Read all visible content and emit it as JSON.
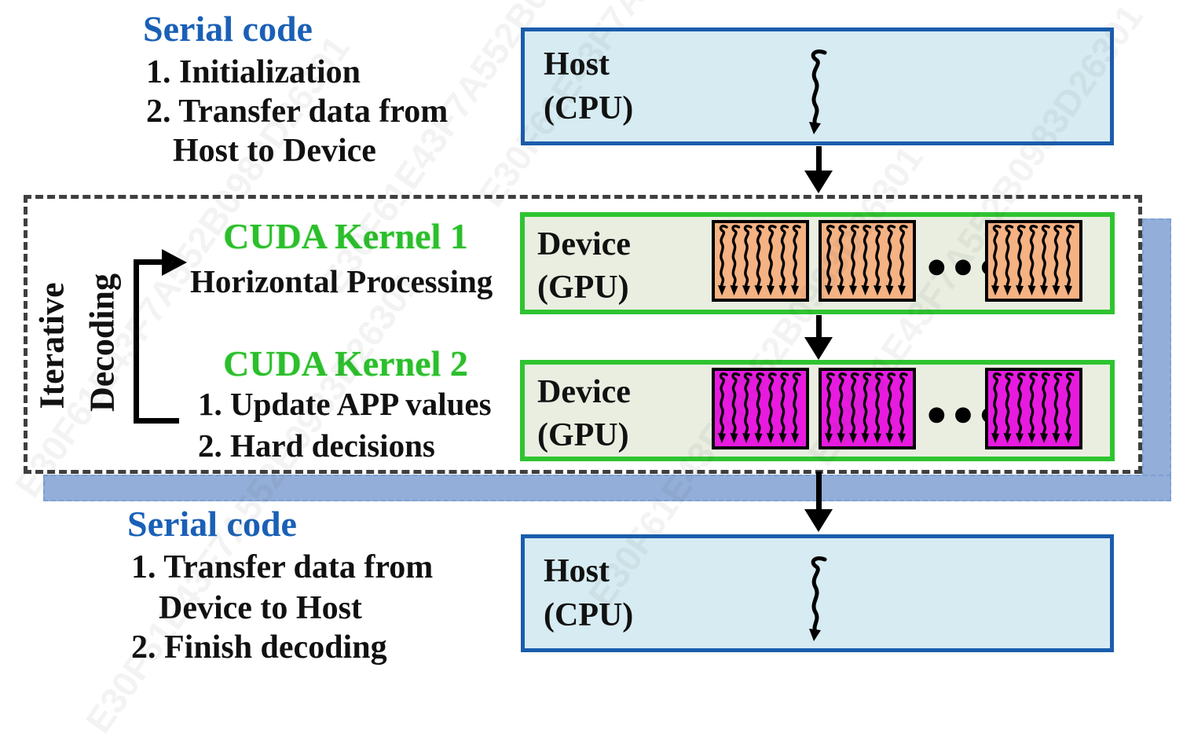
{
  "watermark": {
    "text": "E30F61E43F7A552B0983D26301"
  },
  "serial_top": {
    "title": "Serial code",
    "line1": "1. Initialization",
    "line2": "2. Transfer data from",
    "line3": "Host to Device"
  },
  "host_top": {
    "name": "Host",
    "unit": "(CPU)"
  },
  "iterative": {
    "word1": "Iterative",
    "word2": "Decoding"
  },
  "kernel1": {
    "title": "CUDA Kernel 1",
    "subtitle": "Horizontal Processing"
  },
  "kernel2": {
    "title": "CUDA Kernel 2",
    "line1": "1. Update APP values",
    "line2": "2. Hard decisions"
  },
  "device1": {
    "name": "Device",
    "unit": "(GPU)",
    "ellipsis": "●●●"
  },
  "device2": {
    "name": "Device",
    "unit": "(GPU)",
    "ellipsis": "●●●"
  },
  "serial_bottom": {
    "title": "Serial code",
    "line1": "1. Transfer data from",
    "line2": "Device to Host",
    "line3": "2. Finish decoding"
  },
  "host_bottom": {
    "name": "Host",
    "unit": "(CPU)"
  },
  "colors": {
    "serial_heading_blue": "#1a60b6",
    "kernel_heading_green": "#2cbe2c",
    "body_text": "#111111",
    "host_fill": "#d6ebf2",
    "host_border": "#1a5dad",
    "device_fill": "#e9eee1",
    "device_border": "#2ec430",
    "thread_block_kernel1": "#f5b283",
    "thread_block_kernel2": "#e81ae0",
    "iterative_shadow_band": "#93aed8",
    "dashed_border": "#3f3f3f",
    "arrow_black": "#000000"
  }
}
